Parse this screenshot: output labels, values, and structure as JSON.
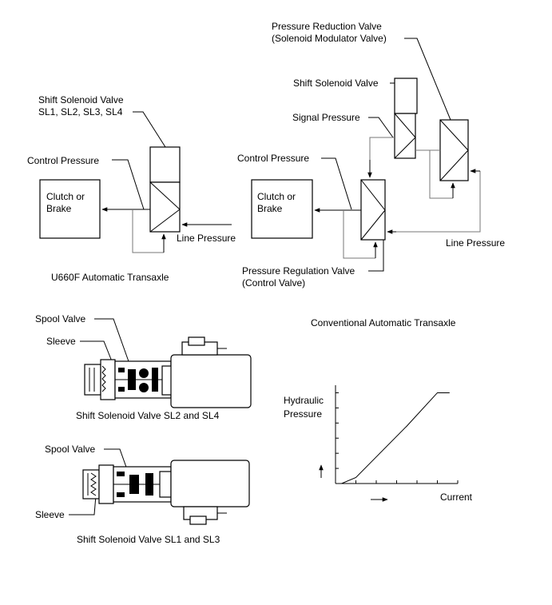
{
  "u660f": {
    "title": "U660F Automatic Transaxle",
    "solenoid_label_1": "Shift Solenoid Valve",
    "solenoid_label_2": "SL1, SL2, SL3, SL4",
    "control_pressure": "Control Pressure",
    "clutch_1": "Clutch or",
    "clutch_2": "Brake",
    "line_pressure": "Line Pressure"
  },
  "conventional": {
    "title": "Conventional Automatic Transaxle",
    "reduction_1": "Pressure Reduction Valve",
    "reduction_2": "(Solenoid Modulator Valve)",
    "solenoid": "Shift Solenoid Valve",
    "signal_pressure": "Signal Pressure",
    "control_pressure": "Control Pressure",
    "clutch_1": "Clutch or",
    "clutch_2": "Brake",
    "line_pressure": "Line Pressure",
    "regulation_1": "Pressure Regulation Valve",
    "regulation_2": "(Control Valve)"
  },
  "valve_a": {
    "spool": "Spool Valve",
    "sleeve": "Sleeve",
    "caption": "Shift Solenoid Valve SL2 and SL4"
  },
  "valve_b": {
    "spool": "Spool Valve",
    "sleeve": "Sleeve",
    "caption": "Shift Solenoid Valve SL1 and SL3"
  },
  "graph": {
    "ylabel_1": "Hydraulic",
    "ylabel_2": "Pressure",
    "xlabel": "Current"
  },
  "chart_data": {
    "type": "line",
    "title": "",
    "xlabel": "Current",
    "ylabel": "Hydraulic Pressure",
    "x": [
      0,
      0.3,
      1.0,
      3.5,
      5.0,
      5.6
    ],
    "y": [
      0,
      0,
      0.4,
      3.8,
      6.0,
      6.0
    ],
    "xlim": [
      0,
      6
    ],
    "ylim": [
      0,
      6.5
    ]
  }
}
